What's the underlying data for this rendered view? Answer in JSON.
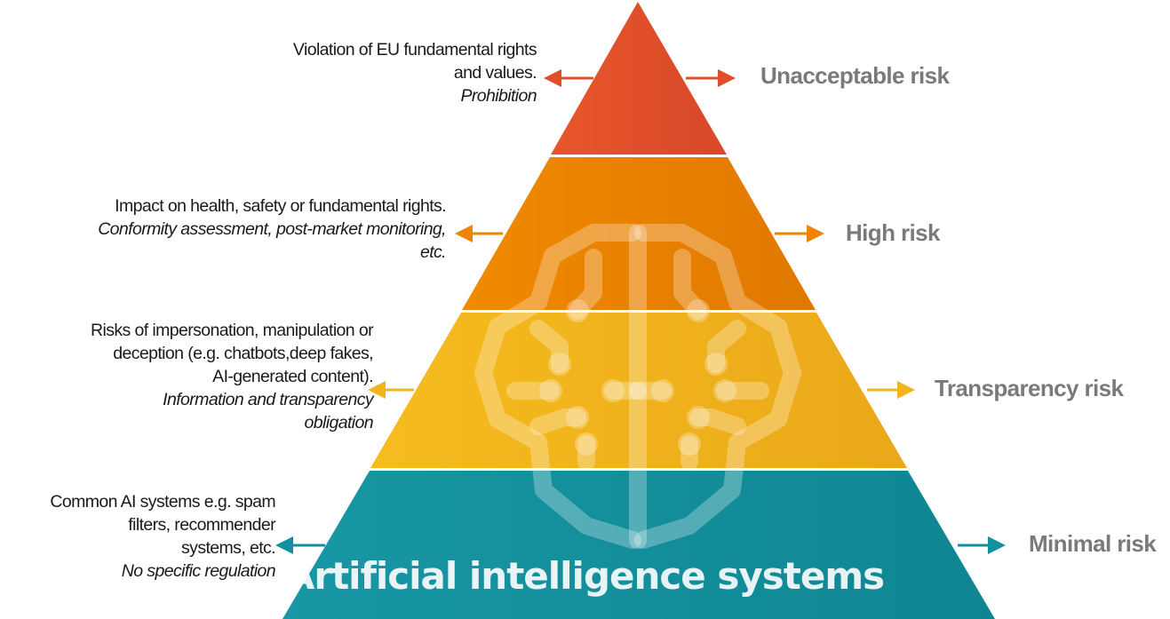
{
  "colors": {
    "unacceptable": "#e0502a",
    "high": "#ee8400",
    "transparency": "#f2b41c",
    "minimal": "#13909e",
    "label_gray": "#7a7a7a"
  },
  "tiers": [
    {
      "label": "Unacceptable risk",
      "description": [
        "Violation of EU fundamental rights",
        "and values."
      ],
      "measure": [
        "Prohibition"
      ]
    },
    {
      "label": "High risk",
      "description": [
        "Impact on health, safety or fundamental rights."
      ],
      "measure": [
        "Conformity assessment, post-market monitoring,",
        "etc."
      ]
    },
    {
      "label": "Transparency risk",
      "description": [
        "Risks of impersonation, manipulation or",
        "deception (e.g. chatbots,deep fakes,",
        "AI-generated content)."
      ],
      "measure": [
        "Information and transparency",
        "obligation"
      ]
    },
    {
      "label": "Minimal risk",
      "description": [
        "Common AI systems e.g. spam",
        "filters, recommender",
        "systems, etc."
      ],
      "measure": [
        "No specific regulation"
      ]
    }
  ],
  "base_title": "Artificial intelligence systems",
  "watermark_icon": "brain-circuit-icon"
}
